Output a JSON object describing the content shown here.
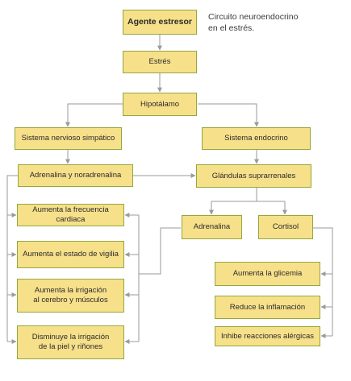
{
  "caption": "Circuito neuroendocrino\nen el estrés.",
  "boxes": {
    "agente": "Agente estresor",
    "estres": "Estrés",
    "hipotalamo": "Hipotálamo",
    "simpatico": "Sistema nervioso simpático",
    "endocrino": "Sistema endocrino",
    "adrenalina_noradrenalina": "Adrenalina y noradrenalina",
    "glandulas": "Glándulas suprarrenales",
    "frecuencia": "Aumenta la frecuencia cardiaca",
    "vigilia": "Aumenta el estado de vigilia",
    "irrigacion_cerebro": "Aumenta la irrigación\nal cerebro y músculos",
    "irrigacion_piel": "Disminuye la irrigación\nde la piel y riñones",
    "adrenalina": "Adrenalina",
    "cortisol": "Cortisol",
    "glicemia": "Aumenta la glicemia",
    "inflamacion": "Reduce la inflamación",
    "alergicas": "Inhibe reacciones alérgicas"
  },
  "colors": {
    "box_fill": "#f7e08a",
    "box_border": "#93a83c",
    "connector": "#9a9a9a"
  }
}
